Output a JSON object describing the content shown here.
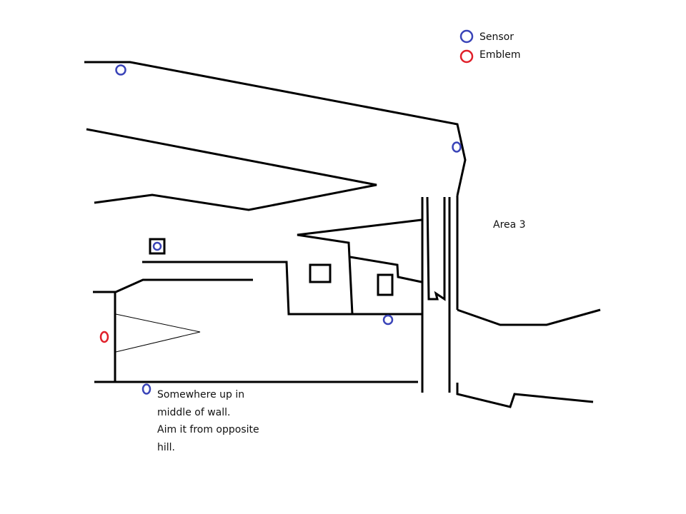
{
  "legend": {
    "sensor_label": "Sensor",
    "emblem_label": "Emblem",
    "sensor_color": "#3a44b8",
    "emblem_color": "#e0202a"
  },
  "area_label": "Area 3",
  "note_lines": [
    "Somewhere up in",
    "middle of wall.",
    "Aim it from opposite",
    "hill."
  ]
}
